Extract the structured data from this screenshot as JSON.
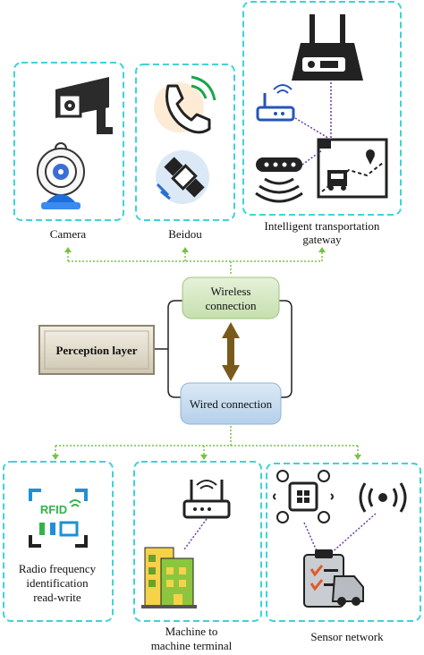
{
  "top_groups": {
    "camera": "Camera",
    "beidou": "Beidou",
    "gateway_line1": "Intelligent transportation",
    "gateway_line2": "gateway"
  },
  "center": {
    "wireless_line1": "Wireless",
    "wireless_line2": "connection",
    "wired": "Wired connection",
    "perception": "Perception layer"
  },
  "bottom_groups": {
    "rfid_line1": "Radio frequency",
    "rfid_line2": "identification",
    "rfid_line3": "read-write",
    "m2m_line1": "Machine to",
    "m2m_line2": "machine terminal",
    "sensor": "Sensor network",
    "rfid_icon_text": "RFID"
  },
  "icons": [
    "security-camera-icon",
    "webcam-icon",
    "phone-icon",
    "satellite-icon",
    "router-icon",
    "wifi-router-icon",
    "sensor-icon",
    "truck-map-icon",
    "rfid-tag-icon",
    "building-icon",
    "drone-icon",
    "signal-icon",
    "clipboard-car-icon"
  ],
  "colors": {
    "dashed_border": "#3fd3d8",
    "connector": "#7ac142",
    "wireless_fill": "#d5e8c4",
    "wired_fill": "#c5dcef",
    "arrow": "#7a5a1a"
  }
}
